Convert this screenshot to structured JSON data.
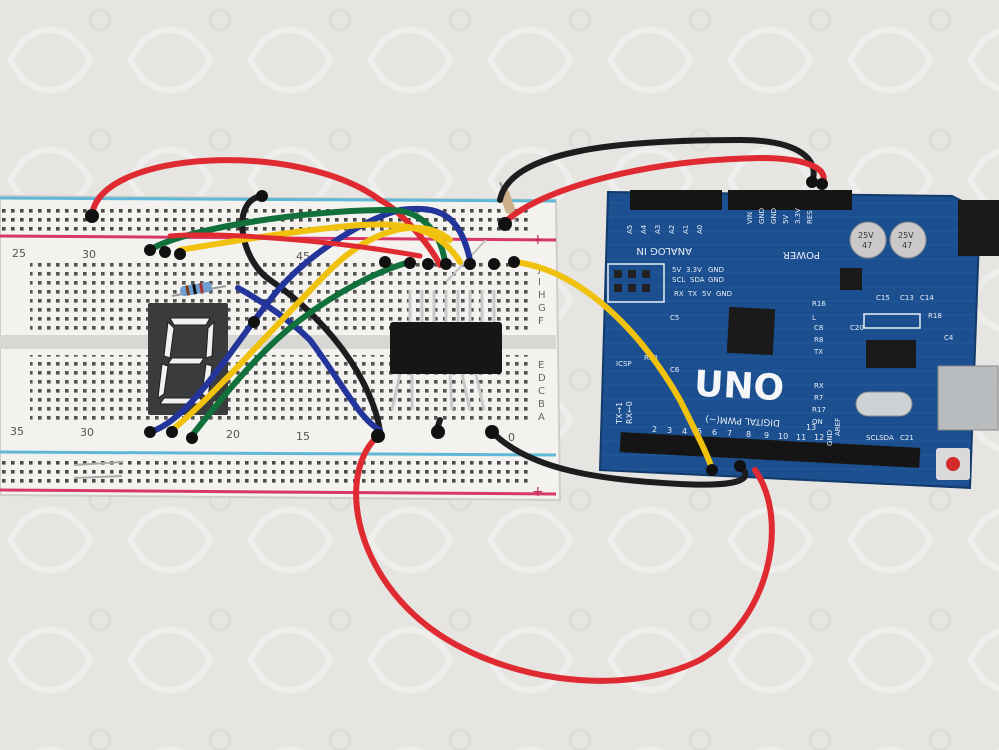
{
  "breadboard": {
    "numbers_top": [
      "25",
      "30",
      "45"
    ],
    "numbers_bottom": [
      "35",
      "30",
      "20",
      "15",
      "0"
    ],
    "row_letters_upper": [
      "J",
      "I",
      "H",
      "G",
      "F"
    ],
    "row_letters_lower": [
      "E",
      "D",
      "C",
      "B",
      "A"
    ],
    "plus_sign": "+",
    "minus_sign": "−"
  },
  "arduino": {
    "logo": "UNO",
    "section_power": "POWER",
    "section_analog": "ANALOG IN",
    "section_digital": "DIGITAL PWM(~)",
    "header_labels": [
      "RES",
      "3.3V",
      "5V",
      "GND",
      "GND",
      "VIN"
    ],
    "analog_labels": [
      "A5",
      "A4",
      "A3",
      "A2",
      "A1",
      "A0"
    ],
    "icsp_labels": [
      "SCL",
      "SDA",
      "5V",
      "3.3V",
      "GND",
      "GND"
    ],
    "misc_labels": [
      "RX",
      "TX",
      "5V",
      "GND",
      "ICSP",
      "C5",
      "R13",
      "C6",
      "R16",
      "C8",
      "R8",
      "TX",
      "RX",
      "R7",
      "R17",
      "ON",
      "AREF",
      "GND",
      "SCLSDA",
      "C21",
      "C20",
      "C15",
      "C13",
      "C14",
      "L",
      "R18",
      "C4"
    ],
    "capacitor_text": [
      "25V",
      "47",
      "25V",
      "47"
    ],
    "digital_pins": [
      "TX→1",
      "RX←0",
      "2",
      "3",
      "4",
      "5",
      "6",
      "7",
      "8",
      "9",
      "10",
      "11",
      "12",
      "13"
    ]
  },
  "colors": {
    "cloth": "#e7e5e2",
    "board_blue": "#1b4f8e",
    "breadboard": "#f3f2ef",
    "wire_red": "#e02a32",
    "wire_black": "#1d1d1f",
    "wire_blue": "#23349a",
    "wire_green": "#12703a",
    "wire_yellow": "#f0c20e",
    "seven_segment": "#3a3b3d"
  }
}
